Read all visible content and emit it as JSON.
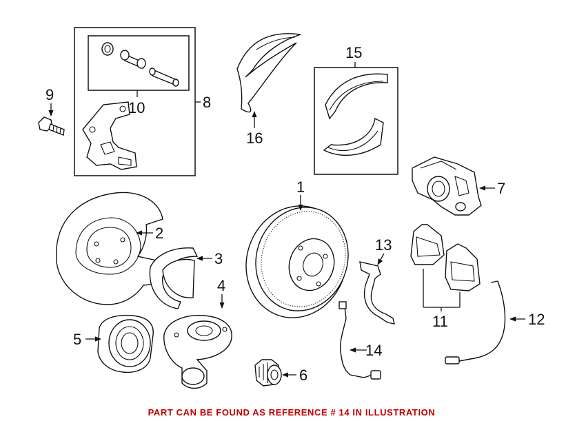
{
  "callouts": {
    "p1": "1",
    "p2": "2",
    "p3": "3",
    "p4": "4",
    "p5": "5",
    "p6": "6",
    "p7": "7",
    "p8": "8",
    "p9": "9",
    "p10": "10",
    "p11": "11",
    "p12": "12",
    "p13": "13",
    "p14": "14",
    "p15": "15",
    "p16": "16"
  },
  "footer": {
    "notice": "PART CAN BE FOUND AS REFERENCE # 14 IN ILLUSTRATION"
  },
  "colors": {
    "line": "#111111",
    "notice": "#c00000",
    "background": "#ffffff"
  }
}
